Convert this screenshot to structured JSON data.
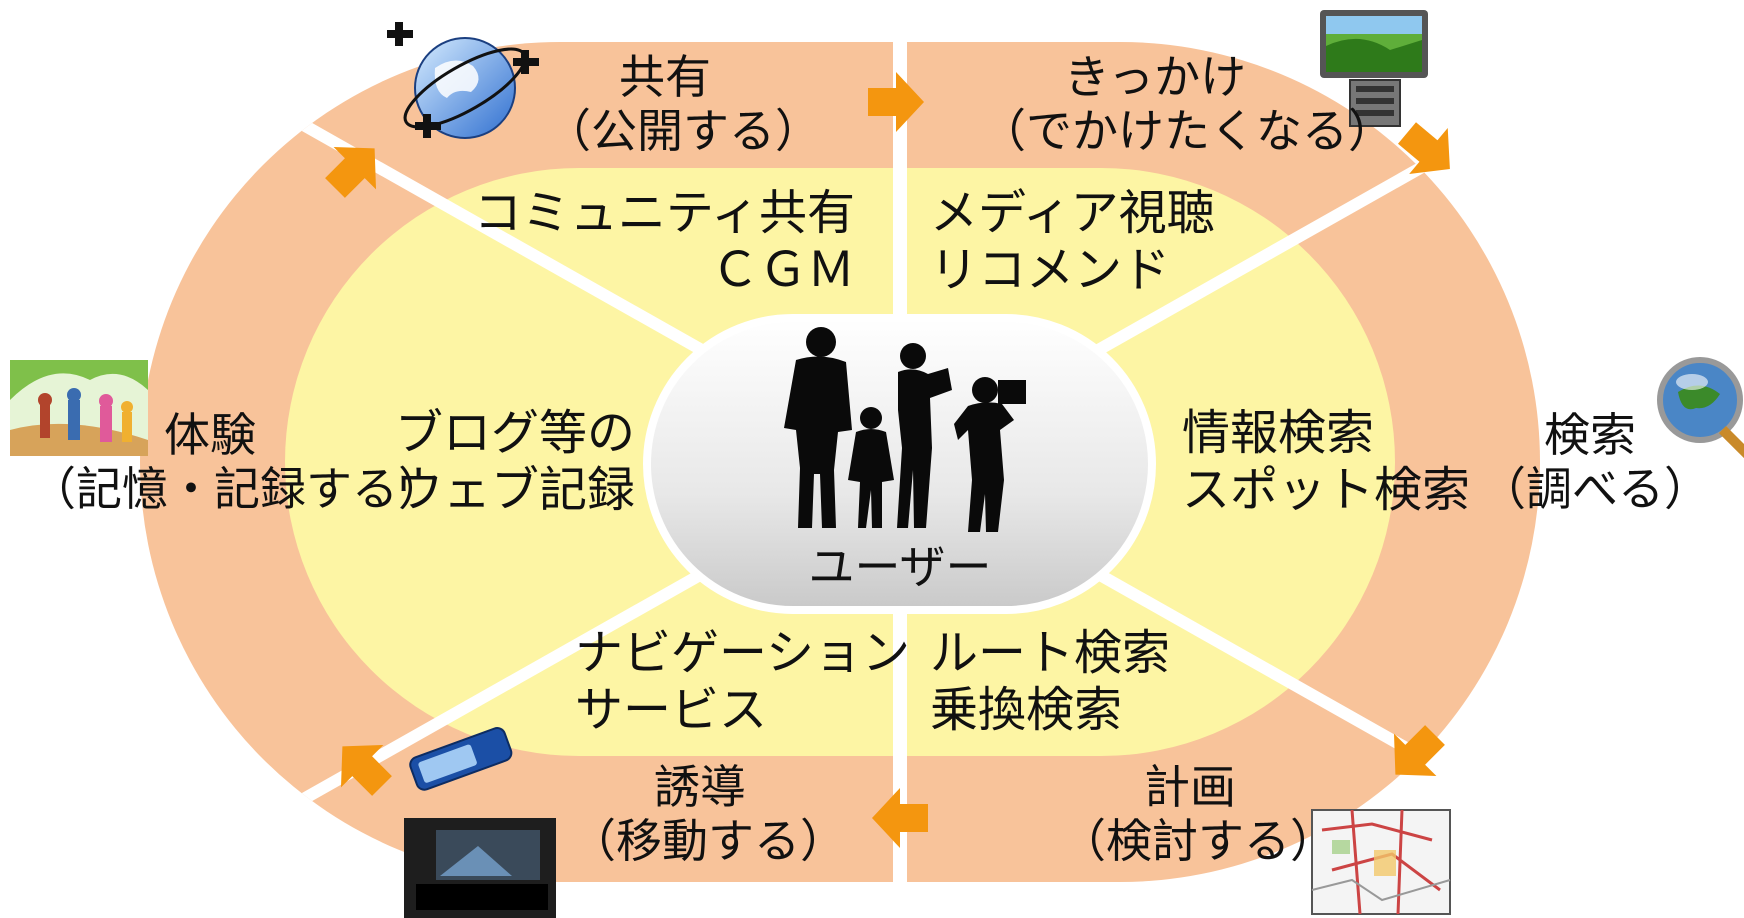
{
  "colors": {
    "outer_ring": "#f8c39a",
    "inner_ring": "#fdf5a4",
    "divider": "#ffffff",
    "arrow": "#f4960f",
    "center_fill": "#e6e6e6"
  },
  "center": {
    "label": "ユーザー",
    "icon": "family-silhouette-icon"
  },
  "outer_stages": {
    "share": {
      "title": "共有",
      "sub": "（公開する）",
      "icon": "globe-satellite-icon"
    },
    "trigger": {
      "title": "きっかけ",
      "sub": "（でかけたくなる）",
      "icon": "tv-monitor-icon"
    },
    "search": {
      "title": "検索",
      "sub": "（調べる）",
      "icon": "magnifier-globe-icon"
    },
    "plan": {
      "title": "計画",
      "sub": "（検討する）",
      "icon": "map-icon"
    },
    "guide": {
      "title": "誘導",
      "sub": "（移動する）",
      "icon": "phone-navigation-icon"
    },
    "experience": {
      "title": "体験",
      "sub": "（記憶・記録する）",
      "icon": "travelers-illustration-icon"
    }
  },
  "inner_services": {
    "community": [
      "コミュニティ共有",
      "ＣＧＭ"
    ],
    "media": [
      "メディア視聴",
      "リコメンド"
    ],
    "info_search": [
      "情報検索",
      "スポット検索"
    ],
    "route_search": [
      "ルート検索",
      "乗換検索"
    ],
    "navigation": [
      "ナビゲーション",
      "サービス"
    ],
    "blog": [
      "ブログ等の",
      "ウェブ記録"
    ]
  }
}
